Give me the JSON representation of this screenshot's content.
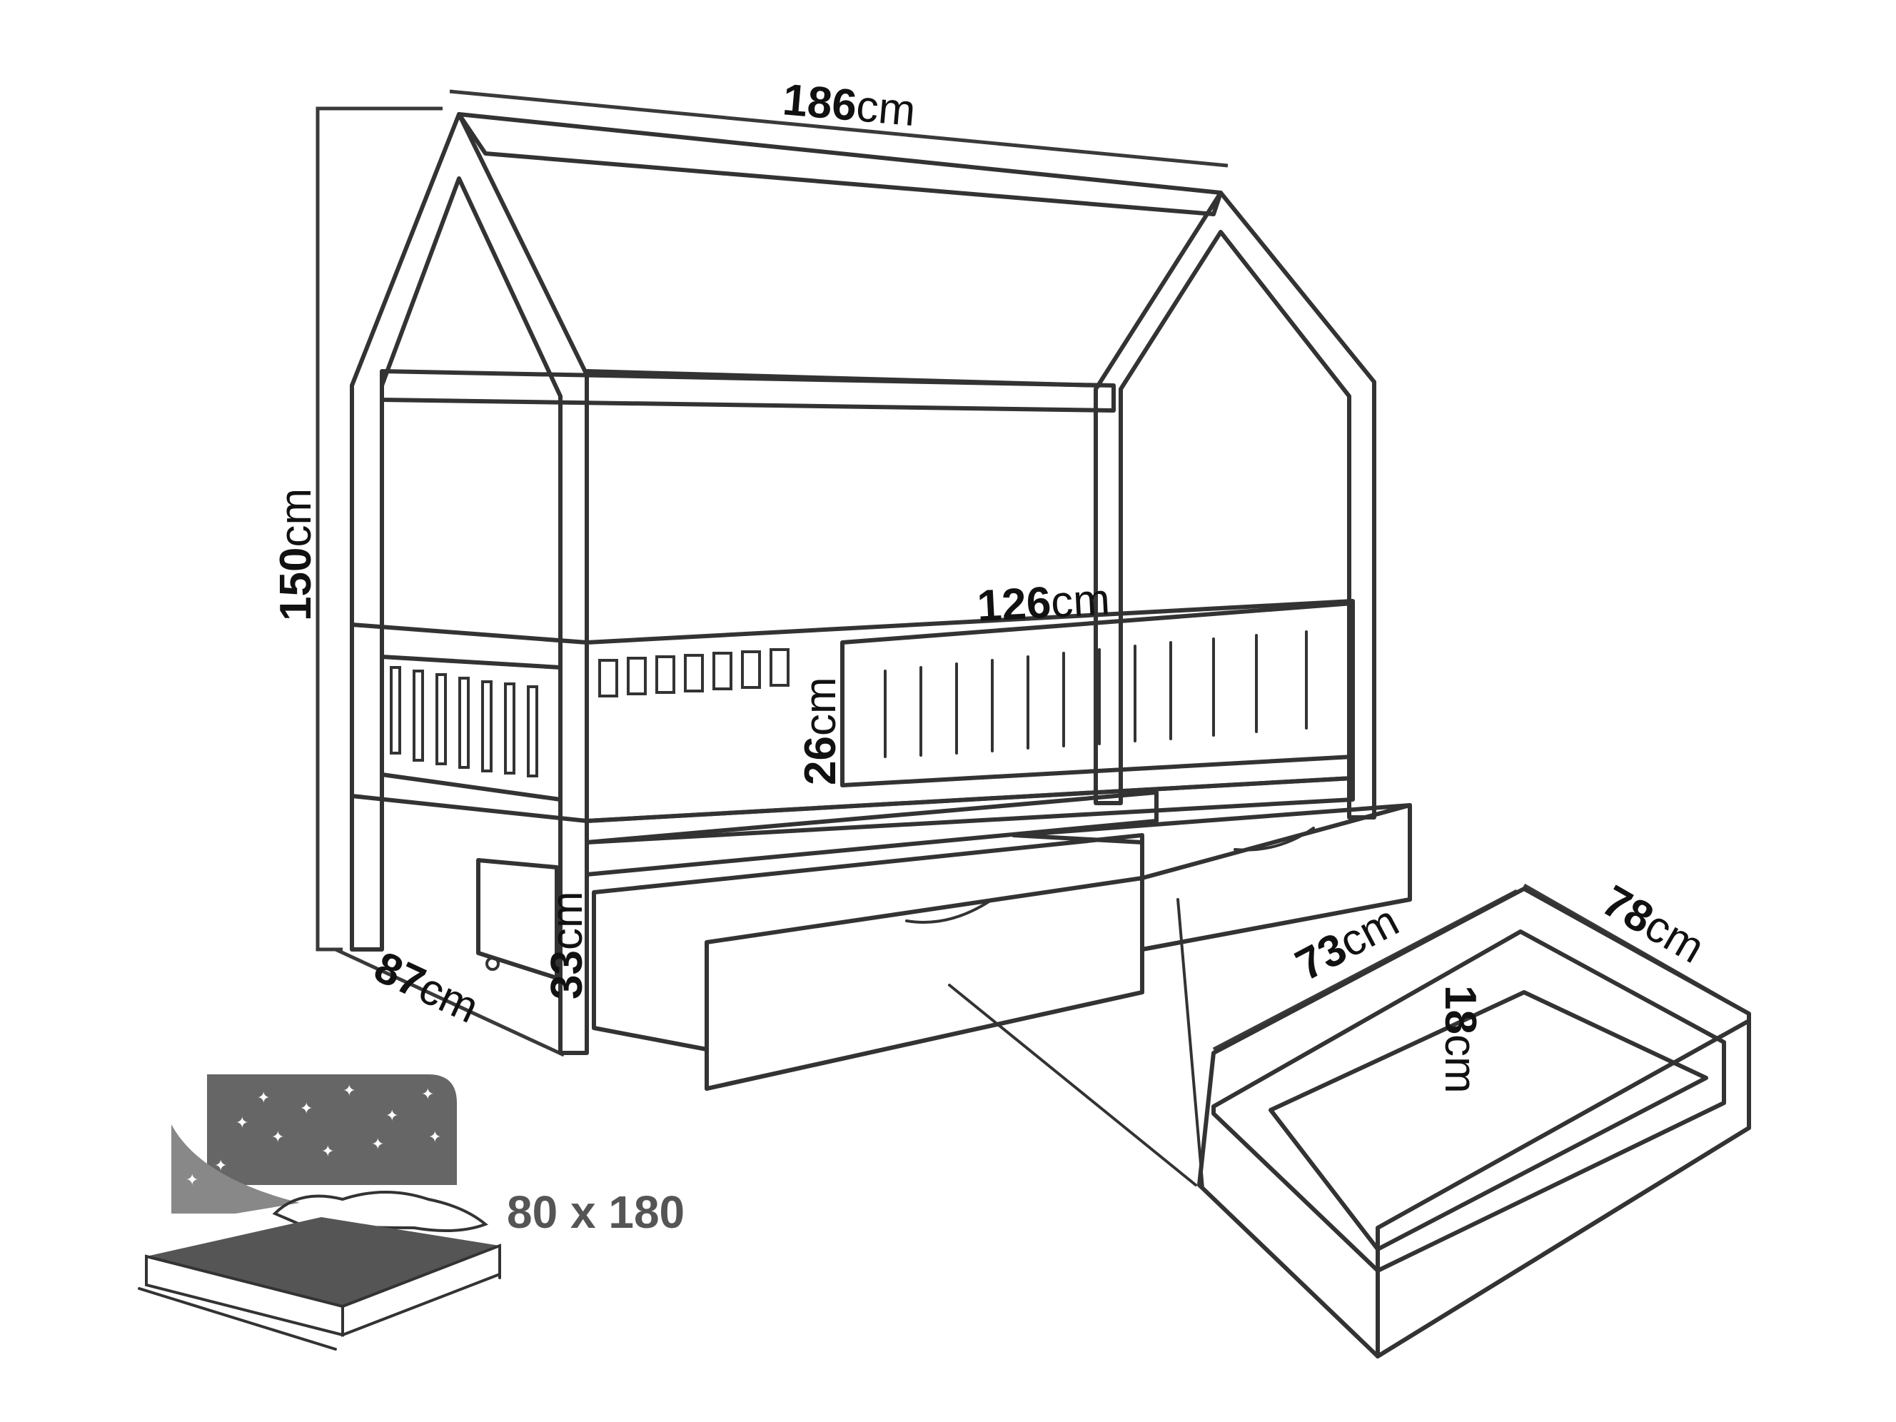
{
  "dimensions": {
    "length": {
      "value": "186",
      "unit": "cm"
    },
    "height": {
      "value": "150",
      "unit": "cm"
    },
    "inner_rail": {
      "value": "126",
      "unit": "cm"
    },
    "rail_height": {
      "value": "26",
      "unit": "cm"
    },
    "leg_height": {
      "value": "33",
      "unit": "cm"
    },
    "width": {
      "value": "87",
      "unit": "cm"
    },
    "drawer_depth": {
      "value": "73",
      "unit": "cm"
    },
    "drawer_width": {
      "value": "78",
      "unit": "cm"
    },
    "drawer_height": {
      "value": "18",
      "unit": "cm"
    }
  },
  "mattress": {
    "size": "80 x 180"
  },
  "colors": {
    "line": "#333333",
    "fill": "#ffffff",
    "mattress_dark": "#555555",
    "mattress_mid": "#777777"
  }
}
